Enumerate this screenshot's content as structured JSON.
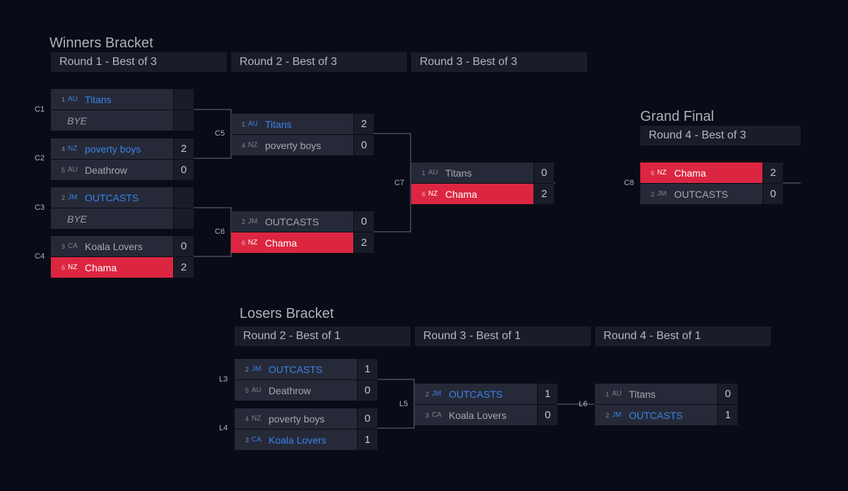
{
  "winners": {
    "title": "Winners Bracket",
    "rounds": [
      "Round 1 - Best of 3",
      "Round 2 - Best of 3",
      "Round 3 - Best of 3"
    ]
  },
  "grand_final": {
    "title": "Grand Final",
    "round": "Round 4 - Best of 3"
  },
  "losers": {
    "title": "Losers Bracket",
    "rounds": [
      "Round 2 - Best of 1",
      "Round 3 - Best of 1",
      "Round 4 - Best of 1"
    ]
  },
  "matches": {
    "C1": {
      "label": "C1",
      "top": {
        "seed": "1",
        "flag": "AU",
        "name": "Titans",
        "score": ""
      },
      "bot": {
        "seed": "",
        "flag": "",
        "name": "BYE",
        "score": ""
      }
    },
    "C2": {
      "label": "C2",
      "top": {
        "seed": "4",
        "flag": "NZ",
        "name": "poverty boys",
        "score": "2"
      },
      "bot": {
        "seed": "5",
        "flag": "AU",
        "name": "Deathrow",
        "score": "0"
      }
    },
    "C3": {
      "label": "C3",
      "top": {
        "seed": "2",
        "flag": "JM",
        "name": "OUTCASTS",
        "score": ""
      },
      "bot": {
        "seed": "",
        "flag": "",
        "name": "BYE",
        "score": ""
      }
    },
    "C4": {
      "label": "C4",
      "top": {
        "seed": "3",
        "flag": "CA",
        "name": "Koala Lovers",
        "score": "0"
      },
      "bot": {
        "seed": "6",
        "flag": "NZ",
        "name": "Chama",
        "score": "2"
      }
    },
    "C5": {
      "label": "C5",
      "top": {
        "seed": "1",
        "flag": "AU",
        "name": "Titans",
        "score": "2"
      },
      "bot": {
        "seed": "4",
        "flag": "NZ",
        "name": "poverty boys",
        "score": "0"
      }
    },
    "C6": {
      "label": "C6",
      "top": {
        "seed": "2",
        "flag": "JM",
        "name": "OUTCASTS",
        "score": "0"
      },
      "bot": {
        "seed": "6",
        "flag": "NZ",
        "name": "Chama",
        "score": "2"
      }
    },
    "C7": {
      "label": "C7",
      "top": {
        "seed": "1",
        "flag": "AU",
        "name": "Titans",
        "score": "0"
      },
      "bot": {
        "seed": "6",
        "flag": "NZ",
        "name": "Chama",
        "score": "2"
      }
    },
    "C8": {
      "label": "C8",
      "top": {
        "seed": "6",
        "flag": "NZ",
        "name": "Chama",
        "score": "2"
      },
      "bot": {
        "seed": "2",
        "flag": "JM",
        "name": "OUTCASTS",
        "score": "0"
      }
    },
    "L3": {
      "label": "L3",
      "top": {
        "seed": "2",
        "flag": "JM",
        "name": "OUTCASTS",
        "score": "1"
      },
      "bot": {
        "seed": "5",
        "flag": "AU",
        "name": "Deathrow",
        "score": "0"
      }
    },
    "L4": {
      "label": "L4",
      "top": {
        "seed": "4",
        "flag": "NZ",
        "name": "poverty boys",
        "score": "0"
      },
      "bot": {
        "seed": "3",
        "flag": "CA",
        "name": "Koala Lovers",
        "score": "1"
      }
    },
    "L5": {
      "label": "L5",
      "top": {
        "seed": "2",
        "flag": "JM",
        "name": "OUTCASTS",
        "score": "1"
      },
      "bot": {
        "seed": "3",
        "flag": "CA",
        "name": "Koala Lovers",
        "score": "0"
      }
    },
    "L6": {
      "label": "L6",
      "top": {
        "seed": "1",
        "flag": "AU",
        "name": "Titans",
        "score": "0"
      },
      "bot": {
        "seed": "2",
        "flag": "JM",
        "name": "OUTCASTS",
        "score": "1"
      }
    }
  },
  "colors": {
    "background": "#090b16",
    "winner_fill": "#dc2641",
    "advancing_text": "#3b82e6",
    "team_cell": "#262a38",
    "score_cell": "#1a1d29"
  }
}
